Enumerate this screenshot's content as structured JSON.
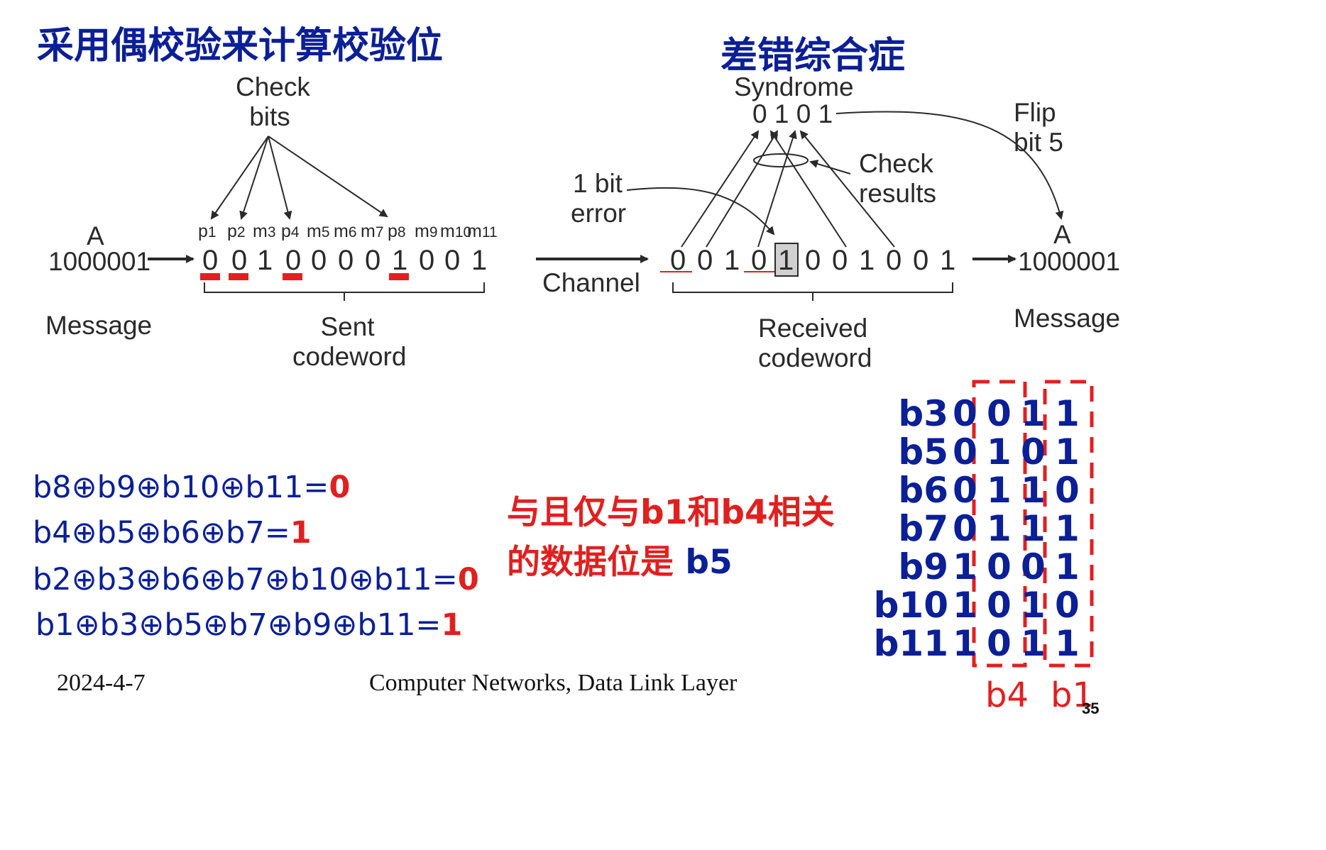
{
  "titles": {
    "left": "采用偶校验来计算校验位",
    "right": "差错综合症"
  },
  "diagram": {
    "check_bits_line1": "Check",
    "check_bits_line2": "bits",
    "message_letter_left": "A",
    "message_value_left": "1000001",
    "message_label_left": "Message",
    "position_labels": [
      "p1",
      "p2",
      "m3",
      "p4",
      "m5",
      "m6",
      "m7",
      "p8",
      "m9",
      "m10",
      "m11"
    ],
    "sent_bits": [
      "0",
      "0",
      "1",
      "0",
      "0",
      "0",
      "0",
      "1",
      "0",
      "0",
      "1"
    ],
    "sent_codeword_line1": "Sent",
    "sent_codeword_line2": "codeword",
    "channel_label": "Channel",
    "bit_error_line1": "1 bit",
    "bit_error_line2": "error",
    "received_bits": [
      "0",
      "0",
      "1",
      "0",
      "1",
      "0",
      "0",
      "1",
      "0",
      "0",
      "1"
    ],
    "received_codeword_line1": "Received",
    "received_codeword_line2": "codeword",
    "syndrome_label": "Syndrome",
    "syndrome_value": "0 1 0 1",
    "check_results_line1": "Check",
    "check_results_line2": "results",
    "flip_line1": "Flip",
    "flip_line2": "bit 5",
    "message_letter_right": "A",
    "message_value_right": "1000001",
    "message_label_right": "Message"
  },
  "equations": [
    {
      "expr": "b8⊕b9⊕b10⊕b11=",
      "result": "0"
    },
    {
      "expr": "b4⊕b5⊕b6⊕b7=",
      "result": "1"
    },
    {
      "expr": "b2⊕b3⊕b6⊕b7⊕b10⊕b11=",
      "result": "0"
    },
    {
      "expr": "b1⊕b3⊕b5⊕b7⊕b9⊕b11=",
      "result": "1"
    }
  ],
  "note": {
    "line1_a": "与且仅与",
    "line1_b": "b1",
    "line1_c": "和",
    "line1_d": "b4",
    "line1_e": "相关",
    "line2_a": "的数据位是 ",
    "line2_b": "b5"
  },
  "bit_table": {
    "rows": [
      {
        "label": "b3",
        "bits": [
          "0",
          "0",
          "1",
          "1"
        ]
      },
      {
        "label": "b5",
        "bits": [
          "0",
          "1",
          "0",
          "1"
        ]
      },
      {
        "label": "b6",
        "bits": [
          "0",
          "1",
          "1",
          "0"
        ]
      },
      {
        "label": "b7",
        "bits": [
          "0",
          "1",
          "1",
          "1"
        ]
      },
      {
        "label": "b9",
        "bits": [
          "1",
          "0",
          "0",
          "1"
        ]
      },
      {
        "label": "b10",
        "bits": [
          "1",
          "0",
          "1",
          "0"
        ]
      },
      {
        "label": "b11",
        "bits": [
          "1",
          "0",
          "1",
          "1"
        ]
      }
    ],
    "highlight_labels": [
      "b4",
      "b1"
    ],
    "highlight_color": "#e02020"
  },
  "footer": {
    "date": "2024-4-7",
    "course": "Computer Networks, Data Link Layer",
    "page": "35"
  },
  "colors": {
    "title": "#0b1f96",
    "accent": "#e02020",
    "text": "#2a2a2a"
  }
}
